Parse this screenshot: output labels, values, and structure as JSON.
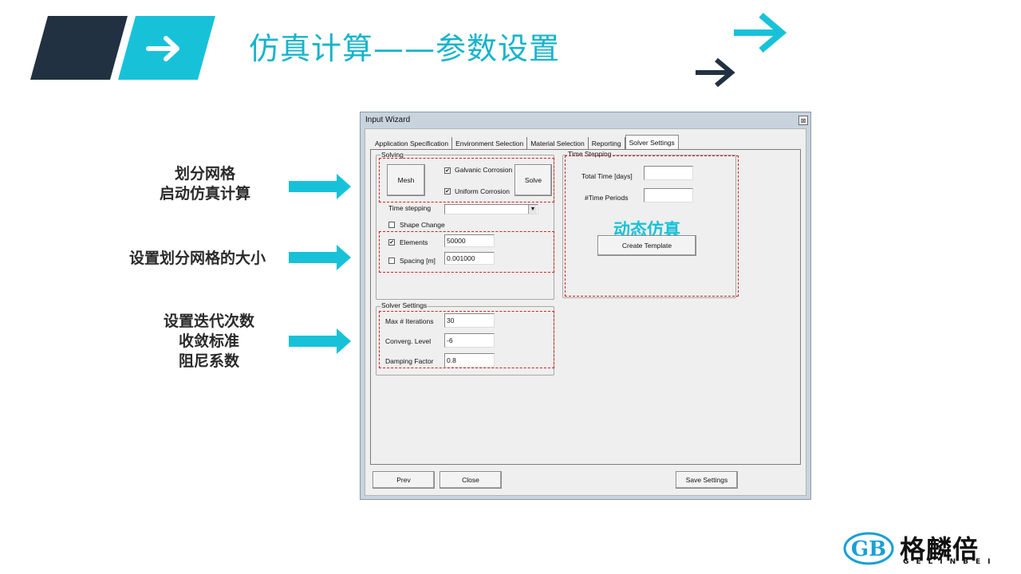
{
  "slide": {
    "title": "仿真计算——参数设置",
    "notes": {
      "mesh_line1": "划分网格",
      "mesh_line2": "启动仿真计算",
      "size": "设置划分网格的大小",
      "iter_line1": "设置迭代次数",
      "iter_line2": "收敛标准",
      "iter_line3": "阻尼系数"
    },
    "dynamic_label": "动态仿真",
    "colors": {
      "dark": "#213141",
      "cyan": "#17c2d9",
      "annotation_border": "#d02020"
    }
  },
  "dialog": {
    "title": "Input Wizard",
    "close_glyph": "⊠",
    "tabs": [
      {
        "label": "Application Specification"
      },
      {
        "label": "Environment Selection"
      },
      {
        "label": "Material Selection"
      },
      {
        "label": "Reporting"
      },
      {
        "label": "Solver Settings",
        "active": true
      }
    ],
    "solving": {
      "group_title": "Solving",
      "mesh_button": "Mesh",
      "solve_button": "Solve",
      "galvanic_label": "Galvanic Corrosion",
      "galvanic_checked": true,
      "uniform_label": "Uniform Corrosion",
      "uniform_checked": true,
      "time_stepping_label": "Time stepping",
      "time_stepping_value": "",
      "shape_change_label": "Shape Change",
      "shape_change_checked": false,
      "elements_label": "Elements",
      "elements_checked": true,
      "elements_value": "50000",
      "spacing_label": "Spacing [m]",
      "spacing_checked": false,
      "spacing_value": "0.001000"
    },
    "time_stepping": {
      "group_title": "Time Stepping",
      "total_time_label": "Total Time [days]",
      "total_time_value": "",
      "periods_label": "#Time Periods",
      "periods_value": "",
      "create_template_button": "Create Template"
    },
    "solver_settings": {
      "group_title": "Solver Settings",
      "max_iter_label": "Max # Iterations",
      "max_iter_value": "30",
      "converg_label": "Converg. Level",
      "converg_value": "-6",
      "damping_label": "Damping Factor",
      "damping_value": "0.8"
    },
    "footer": {
      "prev_button": "Prev",
      "close_button": "Close",
      "save_button": "Save Settings"
    }
  },
  "logo": {
    "text": "格麟倍",
    "sub": "GELINBEI",
    "mark": "GB"
  }
}
